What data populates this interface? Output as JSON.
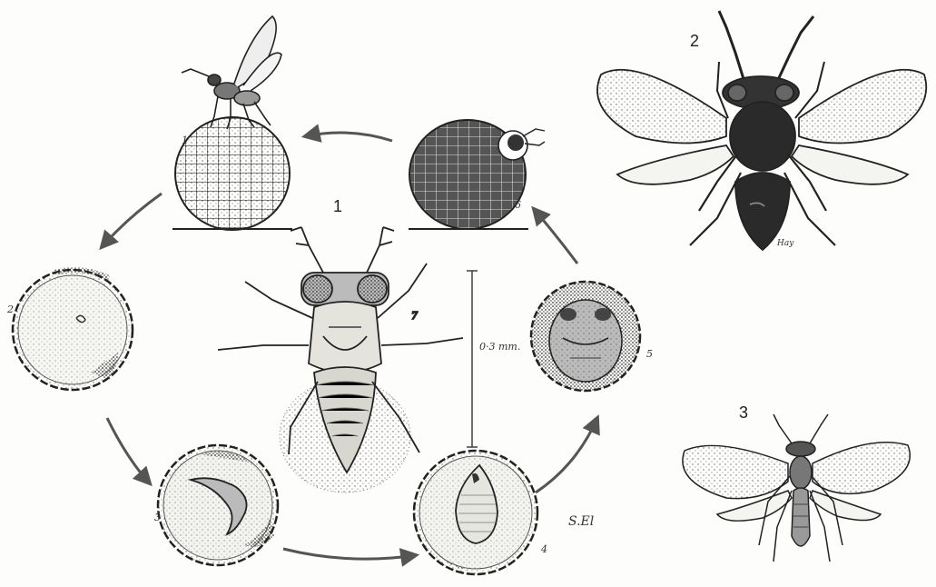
{
  "figure_labels": {
    "main": "1",
    "second": "2",
    "third": "3"
  },
  "stage_labels": [
    "1",
    "2",
    "3",
    "4",
    "5",
    "6",
    "7"
  ],
  "scale_bar": "0·3 mm.",
  "signatures": [
    "S.El",
    "Hay"
  ],
  "colors": {
    "ink": "#222222",
    "paper": "#fdfdfb",
    "arrow": "#555555"
  },
  "icons": [
    "egg-icon",
    "wasp-icon",
    "larva-icon",
    "pupa-icon",
    "arrow-icon"
  ]
}
